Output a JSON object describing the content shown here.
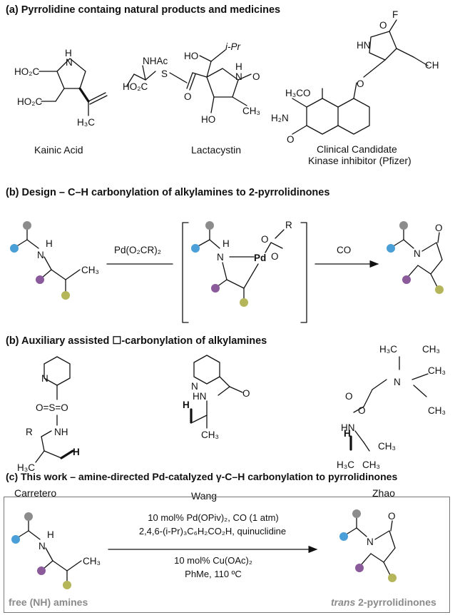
{
  "headers": {
    "a": "(a)  Pyrrolidine containg natural products and medicines",
    "b1": "(b) Design – C–H carbonylation of alkylamines to 2-pyrrolidinones",
    "b2": "(b) Auxiliary assisted ☐-carbonylation of alkylamines",
    "c": "(c) This work – amine-directed Pd-catalyzed γ-C–H carbonylation to pyrrolidinones"
  },
  "compounds_a": {
    "kainic": "Kainic Acid",
    "lactacystin": "Lactacystin",
    "clinical_line1": "Clinical Candidate",
    "clinical_line2": "Kinase inhibitor (Pfizer)"
  },
  "scheme_b1": {
    "reagent": "Pd(O₂CR)₂",
    "reagent2": "CO"
  },
  "auxiliaries": {
    "carretero": "Carretero",
    "wang": "Wang",
    "zhao": "Zhao"
  },
  "box_c": {
    "cond1": "10 mol% Pd(OPiv)₂, CO (1 atm)",
    "cond2": "2,4,6-(i-Pr)₃C₆H₂CO₂H, quinuclidine",
    "cond3": "10 mol% Cu(OAc)₂",
    "cond4": "PhMe, 110 ºC",
    "left_label": "free (NH) amines",
    "right_label_em": "trans",
    "right_label_rest": " 2-pyrrolidinones"
  },
  "atoms": {
    "N": "N",
    "H": "H",
    "HN": "HN",
    "O": "O",
    "F": "F",
    "S": "S",
    "R": "R",
    "Pd": "Pd",
    "NH": "NH",
    "NHAc": "NHAc",
    "iPr": "i-Pr",
    "HO": "HO",
    "HO2C": "HO₂C",
    "CH3": "CH₃",
    "H3C": "H₃C",
    "H3CO": "H₃CO",
    "H2N": "H₂N",
    "OS": "O=S=O",
    "Hbold": "H",
    "CH": "CH"
  },
  "colors": {
    "blue": "#4a9fd8",
    "grey": "#8c8c8c",
    "purple": "#8a5a9a",
    "olive": "#b5b55a"
  }
}
